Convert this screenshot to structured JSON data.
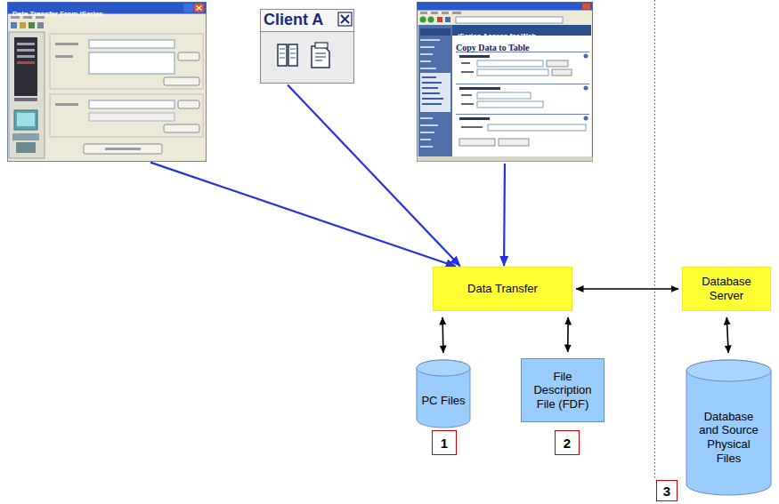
{
  "diagram": {
    "nodes": [
      {
        "text": [
          "Data Transfer From iSeries"
        ]
      },
      {
        "text": [
          "Client A"
        ]
      },
      {
        "text": [
          "iSeries Access for Web",
          "Copy Data to Table"
        ]
      },
      {
        "text": [
          "Data Transfer"
        ]
      },
      {
        "text": [
          "Database Server"
        ]
      },
      {
        "text": [
          "PC Files"
        ]
      },
      {
        "text": [
          "File Description File (FDF)"
        ]
      },
      {
        "text": [
          "Database and Source Physical Files"
        ]
      }
    ],
    "edges": [
      {
        "from": 0,
        "to": 3,
        "arrow": "to"
      },
      {
        "from": 1,
        "to": 3,
        "arrow": "to"
      },
      {
        "from": 2,
        "to": 3,
        "arrow": "to"
      },
      {
        "from": 3,
        "to": 4,
        "arrow": "both"
      },
      {
        "from": 3,
        "to": 5,
        "arrow": "both"
      },
      {
        "from": 3,
        "to": 6,
        "arrow": "both"
      },
      {
        "from": 4,
        "to": 7,
        "arrow": "both"
      }
    ],
    "labels": [
      "1",
      "2",
      "3"
    ]
  }
}
